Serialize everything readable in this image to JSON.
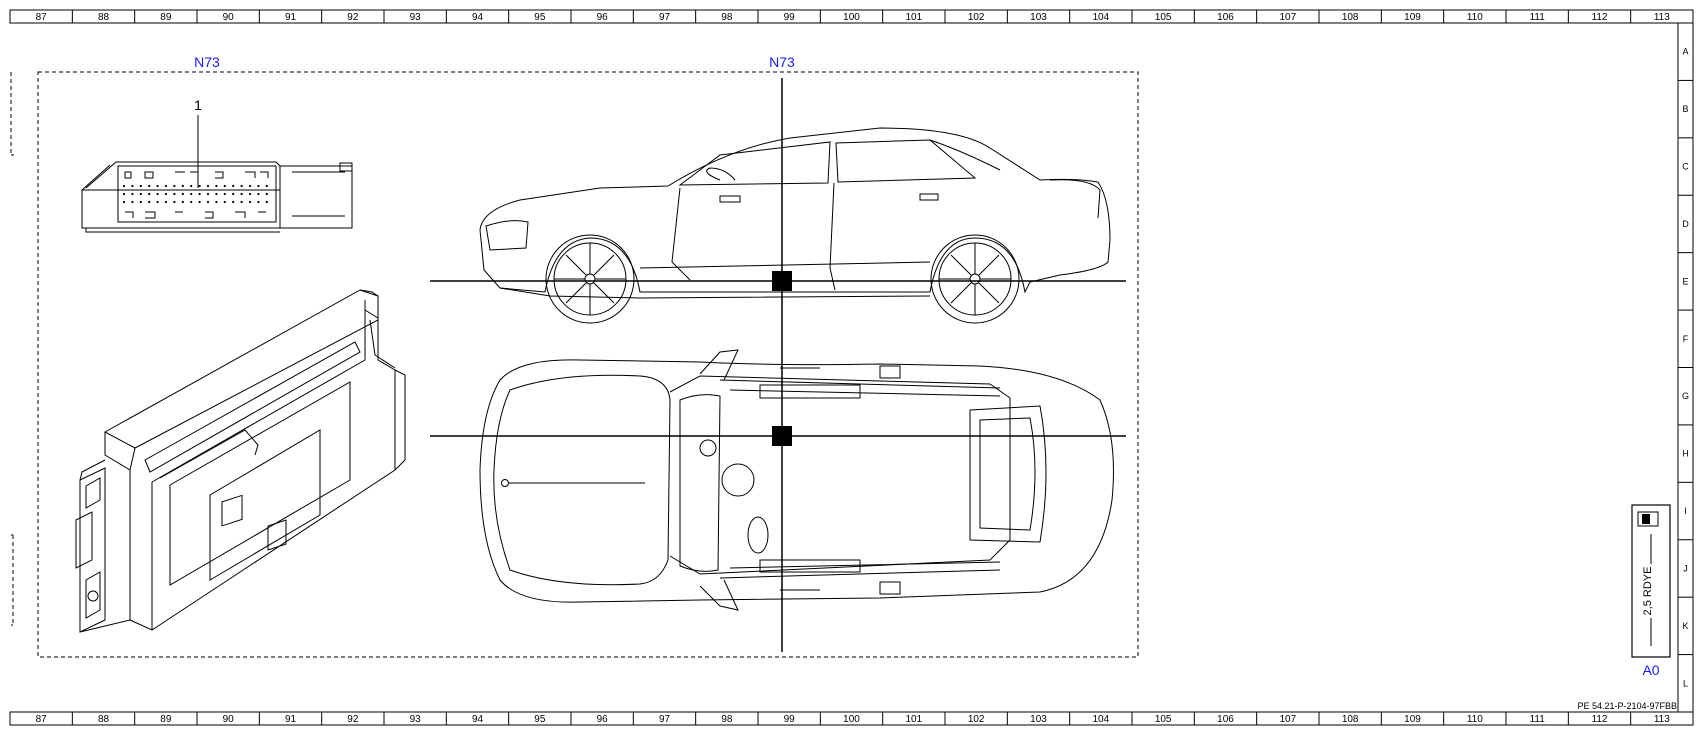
{
  "grid": {
    "columns": [
      "87",
      "88",
      "89",
      "90",
      "91",
      "92",
      "93",
      "94",
      "95",
      "96",
      "97",
      "98",
      "99",
      "100",
      "101",
      "102",
      "103",
      "104",
      "105",
      "106",
      "107",
      "108",
      "109",
      "110",
      "111",
      "112",
      "113"
    ],
    "rows": [
      "A",
      "B",
      "C",
      "D",
      "E",
      "F",
      "G",
      "H",
      "I",
      "J",
      "K",
      "L"
    ]
  },
  "component": {
    "ref_left": "N73",
    "ref_center": "N73",
    "callout": "1"
  },
  "connector_box": {
    "wire_label": "2,5 RDYE",
    "info_icon": "info-icon",
    "ref": "A0"
  },
  "document_id": "PE 54.21-P-2104-97FBB",
  "colors": {
    "ref_blue": "#1a1aff",
    "line": "#000000"
  }
}
